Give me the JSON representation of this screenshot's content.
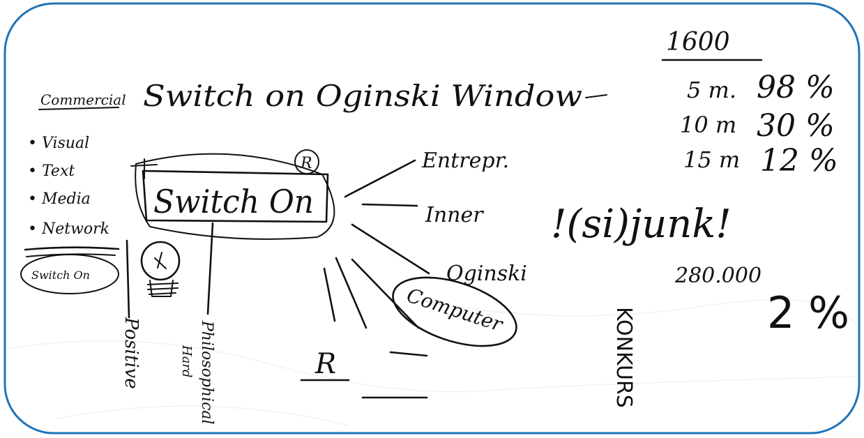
{
  "board": {
    "frame_color": "#1f73b7",
    "ink_color": "#111111"
  },
  "heading": {
    "side_label": "Commercial",
    "title": "Switch on Oginski Window"
  },
  "stats": {
    "total": "1600",
    "rows": [
      {
        "time": "5 m.",
        "percent": "98 %"
      },
      {
        "time": "10 m",
        "percent": "30 %"
      },
      {
        "time": "15 m",
        "percent": "12 %"
      }
    ]
  },
  "channels": {
    "items": [
      "• Visual",
      "• Text",
      "• Media",
      "• Network"
    ],
    "circled": "Switch On"
  },
  "mindmap": {
    "center": "Switch On",
    "corner_mark": "R",
    "branches": [
      "Entrepr.",
      "Inner",
      "Oginski",
      "Computer"
    ],
    "r_mark": "R",
    "vertical_notes": [
      "Positive",
      "Philosophical",
      "Hard"
    ],
    "rotated_note": "KONKURS"
  },
  "junk": {
    "text": "!(si)junk!"
  },
  "bottom_stats": {
    "number": "280.000",
    "percent": "2 %"
  }
}
